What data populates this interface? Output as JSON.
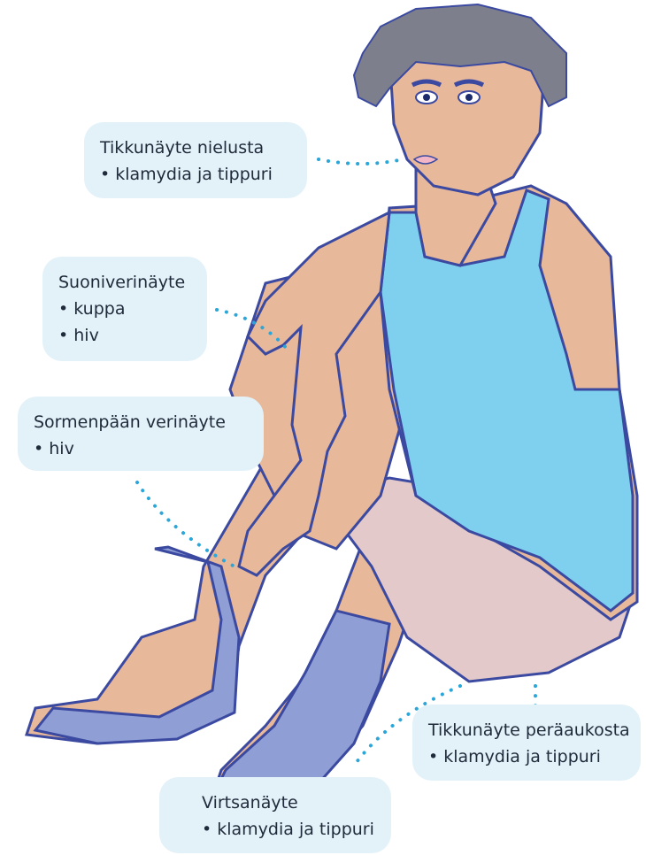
{
  "callouts": {
    "throat": {
      "title": "Tikkunäyte nielusta",
      "items": [
        "klamydia ja tippuri"
      ]
    },
    "vein_blood": {
      "title": "Suoniverinäyte",
      "items": [
        "kuppa",
        "hiv"
      ]
    },
    "fingertip_blood": {
      "title": "Sormenpään verinäyte",
      "items": [
        "hiv"
      ]
    },
    "rectal": {
      "title": "Tikkunäyte peräaukosta",
      "items": [
        "klamydia ja tippuri"
      ]
    },
    "urine": {
      "title": "Virtsanäyte",
      "items": [
        "klamydia ja tippuri"
      ]
    }
  },
  "colors": {
    "callout_bg": "#e3f2f9",
    "dots": "#2aa6d8",
    "skin": "#e7b89a",
    "tanktop": "#7fd0ef",
    "shorts": "#e3c9c9",
    "socks": "#8f9fd6",
    "hair": "#7d7f8c",
    "outline": "#3b4aa0"
  }
}
